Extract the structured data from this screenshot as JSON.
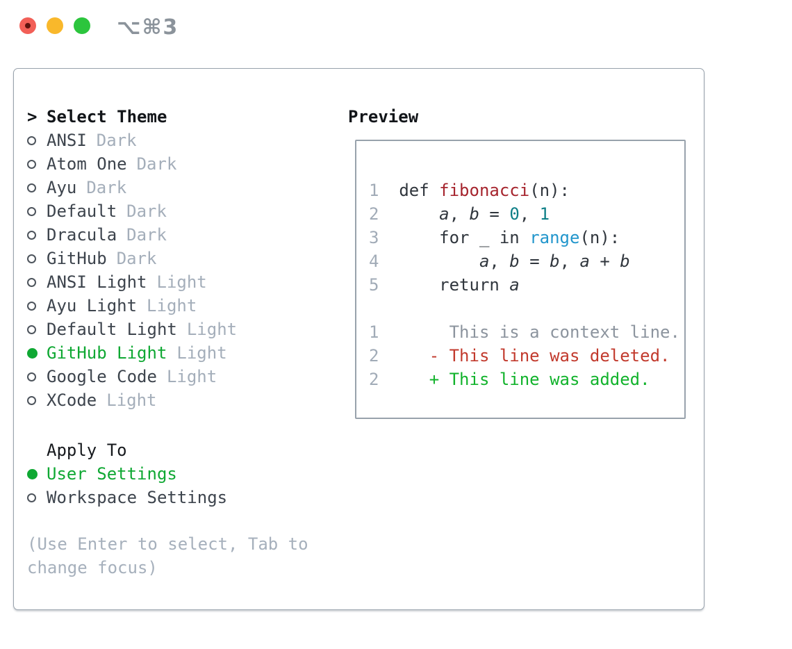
{
  "window": {
    "title_shortcut": "⌥⌘3"
  },
  "colors": {
    "accent_green": "#0fa833",
    "diff_added_green": "#12b32c",
    "diff_deleted_red": "#c23a2d",
    "syntax_function_red": "#a6252e",
    "syntax_number_teal": "#0e7f87",
    "syntax_builtin_blue": "#2296cc",
    "muted_gray": "#a4aeba",
    "traffic_red": "#f25f57",
    "traffic_yellow": "#f9b82b",
    "traffic_green": "#2cc53d"
  },
  "left_panel": {
    "header": {
      "prompt": ">",
      "label": "Select Theme"
    },
    "themes": [
      {
        "name": "ANSI",
        "tag": "Dark",
        "selected": false
      },
      {
        "name": "Atom One",
        "tag": "Dark",
        "selected": false
      },
      {
        "name": "Ayu",
        "tag": "Dark",
        "selected": false
      },
      {
        "name": "Default",
        "tag": "Dark",
        "selected": false
      },
      {
        "name": "Dracula",
        "tag": "Dark",
        "selected": false
      },
      {
        "name": "GitHub",
        "tag": "Dark",
        "selected": false
      },
      {
        "name": "ANSI Light",
        "tag": "Light",
        "selected": false
      },
      {
        "name": "Ayu Light",
        "tag": "Light",
        "selected": false
      },
      {
        "name": "Default Light",
        "tag": "Light",
        "selected": false
      },
      {
        "name": "GitHub Light",
        "tag": "Light",
        "selected": true
      },
      {
        "name": "Google Code",
        "tag": "Light",
        "selected": false
      },
      {
        "name": "XCode",
        "tag": "Light",
        "selected": false
      }
    ],
    "apply_to": {
      "label": "Apply To",
      "options": [
        {
          "name": "User Settings",
          "selected": true
        },
        {
          "name": "Workspace Settings",
          "selected": false
        }
      ]
    },
    "hint_lines": [
      "(Use Enter to select, Tab to",
      "change focus)"
    ]
  },
  "preview": {
    "title": "Preview",
    "code_lines": [
      {
        "num": "1",
        "parts": [
          {
            "t": "def ",
            "c": "fg"
          },
          {
            "t": "fibonacci",
            "c": "red"
          },
          {
            "t": "(n):",
            "c": "fg"
          }
        ]
      },
      {
        "num": "2",
        "parts": [
          {
            "t": "    ",
            "c": "fg"
          },
          {
            "t": "a",
            "c": "fg",
            "i": true
          },
          {
            "t": ", ",
            "c": "fg"
          },
          {
            "t": "b",
            "c": "fg",
            "i": true
          },
          {
            "t": " = ",
            "c": "fg"
          },
          {
            "t": "0",
            "c": "teal"
          },
          {
            "t": ", ",
            "c": "fg"
          },
          {
            "t": "1",
            "c": "teal"
          }
        ]
      },
      {
        "num": "3",
        "parts": [
          {
            "t": "    for _ in ",
            "c": "fg"
          },
          {
            "t": "range",
            "c": "blue"
          },
          {
            "t": "(n):",
            "c": "fg"
          }
        ]
      },
      {
        "num": "4",
        "parts": [
          {
            "t": "        ",
            "c": "fg"
          },
          {
            "t": "a",
            "c": "fg",
            "i": true
          },
          {
            "t": ", ",
            "c": "fg"
          },
          {
            "t": "b",
            "c": "fg",
            "i": true
          },
          {
            "t": " = ",
            "c": "fg"
          },
          {
            "t": "b",
            "c": "fg",
            "i": true
          },
          {
            "t": ", ",
            "c": "fg"
          },
          {
            "t": "a",
            "c": "fg",
            "i": true
          },
          {
            "t": " + ",
            "c": "fg"
          },
          {
            "t": "b",
            "c": "fg",
            "i": true
          }
        ]
      },
      {
        "num": "5",
        "parts": [
          {
            "t": "    return ",
            "c": "fg"
          },
          {
            "t": "a",
            "c": "fg",
            "i": true
          }
        ]
      },
      {
        "num": "",
        "parts": []
      },
      {
        "num": "1",
        "parts": [
          {
            "t": "     This is a context line.",
            "c": "ctx"
          }
        ]
      },
      {
        "num": "2",
        "parts": [
          {
            "t": "   - This line was deleted.",
            "c": "del"
          }
        ]
      },
      {
        "num": "2",
        "parts": [
          {
            "t": "   + This line was added.",
            "c": "add"
          }
        ]
      }
    ]
  }
}
